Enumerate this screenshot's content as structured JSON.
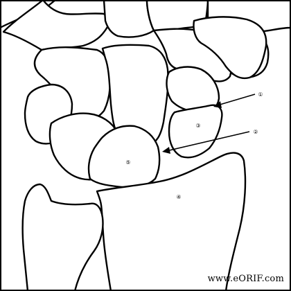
{
  "figure": {
    "bones": [
      {
        "name": "scaphoid-bone"
      },
      {
        "name": "lunate-bone"
      },
      {
        "name": "triquetrum-bone"
      },
      {
        "name": "pisiform-bone"
      },
      {
        "name": "capitate-bone"
      },
      {
        "name": "hamate-bone"
      },
      {
        "name": "trapezium-bone"
      },
      {
        "name": "trapezoid-bone"
      },
      {
        "name": "radius-bone"
      },
      {
        "name": "ulna-bone"
      }
    ],
    "markers": [
      {
        "id": "marker-1",
        "label": "①"
      },
      {
        "id": "marker-2",
        "label": "②"
      },
      {
        "id": "marker-3",
        "label": "③"
      },
      {
        "id": "marker-4",
        "label": "④"
      },
      {
        "id": "marker-5",
        "label": "⑤"
      }
    ],
    "watermark": "www.eORIF.com",
    "colors": {
      "line": "#000000",
      "background": "#ffffff"
    }
  }
}
